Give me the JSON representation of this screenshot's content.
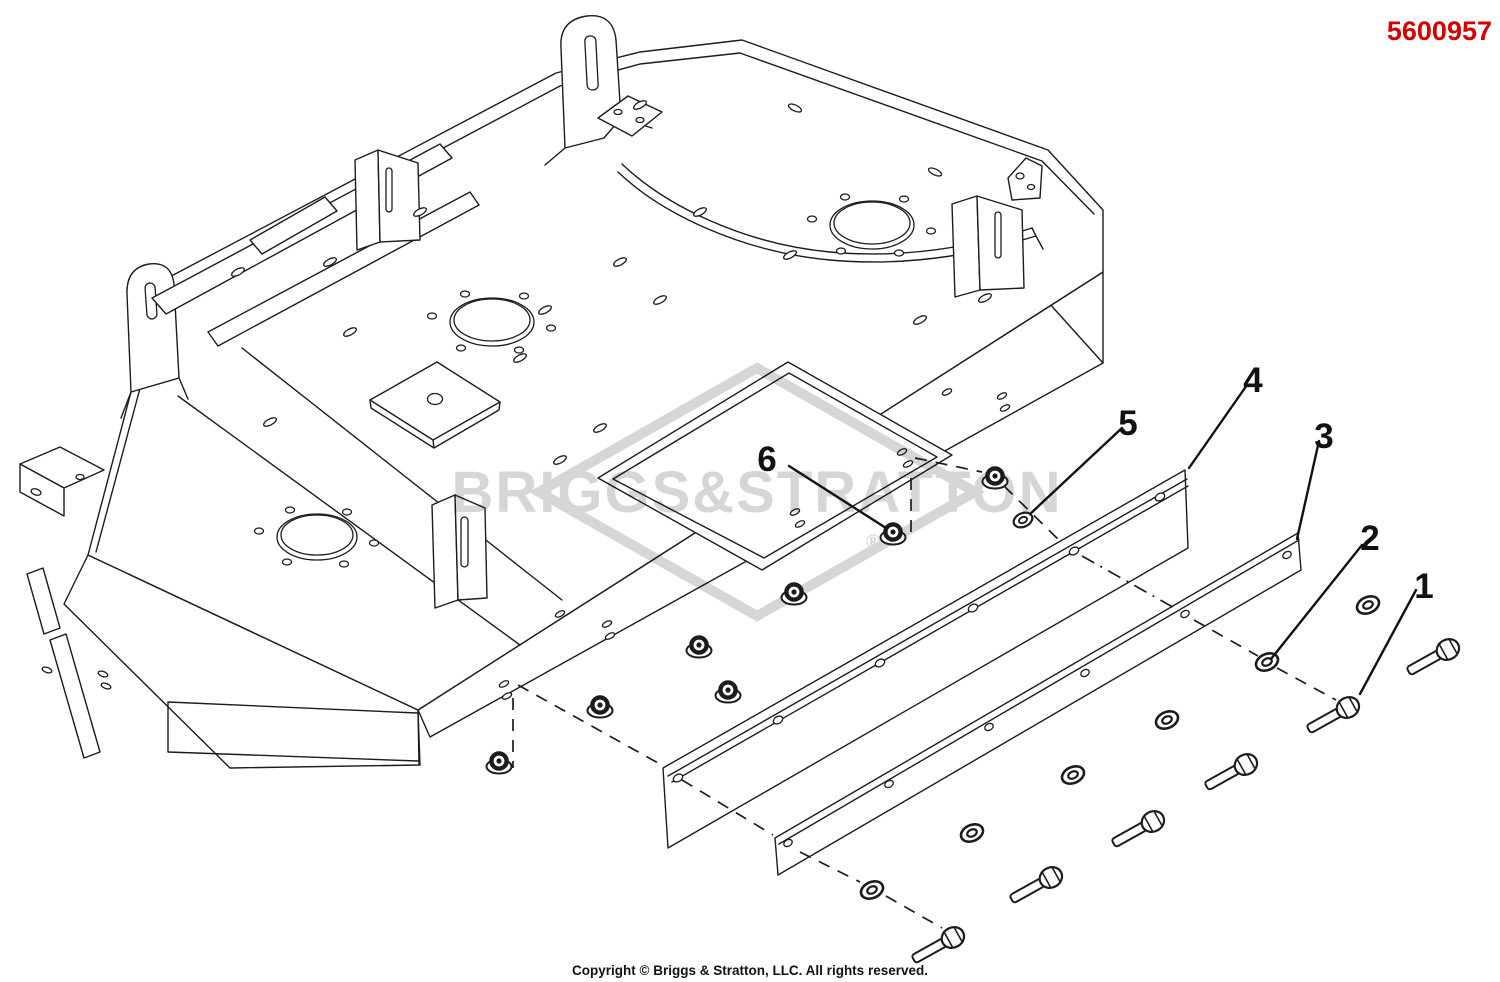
{
  "page": {
    "background": "#ffffff"
  },
  "header": {
    "part_number": "5600957",
    "part_number_color": "#d40000"
  },
  "watermark": {
    "brand": "BRIGGS&STRATTON",
    "registered_mark": "®",
    "color": "#d6d6d6"
  },
  "diagram": {
    "line_color": "#1c1c1c",
    "callouts": [
      {
        "label": "1"
      },
      {
        "label": "2"
      },
      {
        "label": "3"
      },
      {
        "label": "4"
      },
      {
        "label": "5"
      },
      {
        "label": "6"
      }
    ]
  },
  "footer": {
    "copyright": "Copyright © Briggs & Stratton, LLC. All rights reserved."
  }
}
